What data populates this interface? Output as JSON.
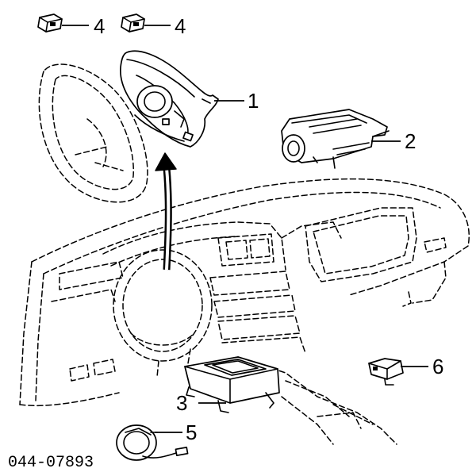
{
  "callouts": [
    {
      "id": "sensor-left",
      "label": "4"
    },
    {
      "id": "sensor-right",
      "label": "4"
    },
    {
      "id": "steering-wheel-pad",
      "label": "1"
    },
    {
      "id": "passenger-airbag",
      "label": "2"
    },
    {
      "id": "center-sensor-unit",
      "label": "3"
    },
    {
      "id": "spiral-cable",
      "label": "5"
    },
    {
      "id": "side-sensor",
      "label": "6"
    }
  ],
  "figure_code": "044-07893"
}
